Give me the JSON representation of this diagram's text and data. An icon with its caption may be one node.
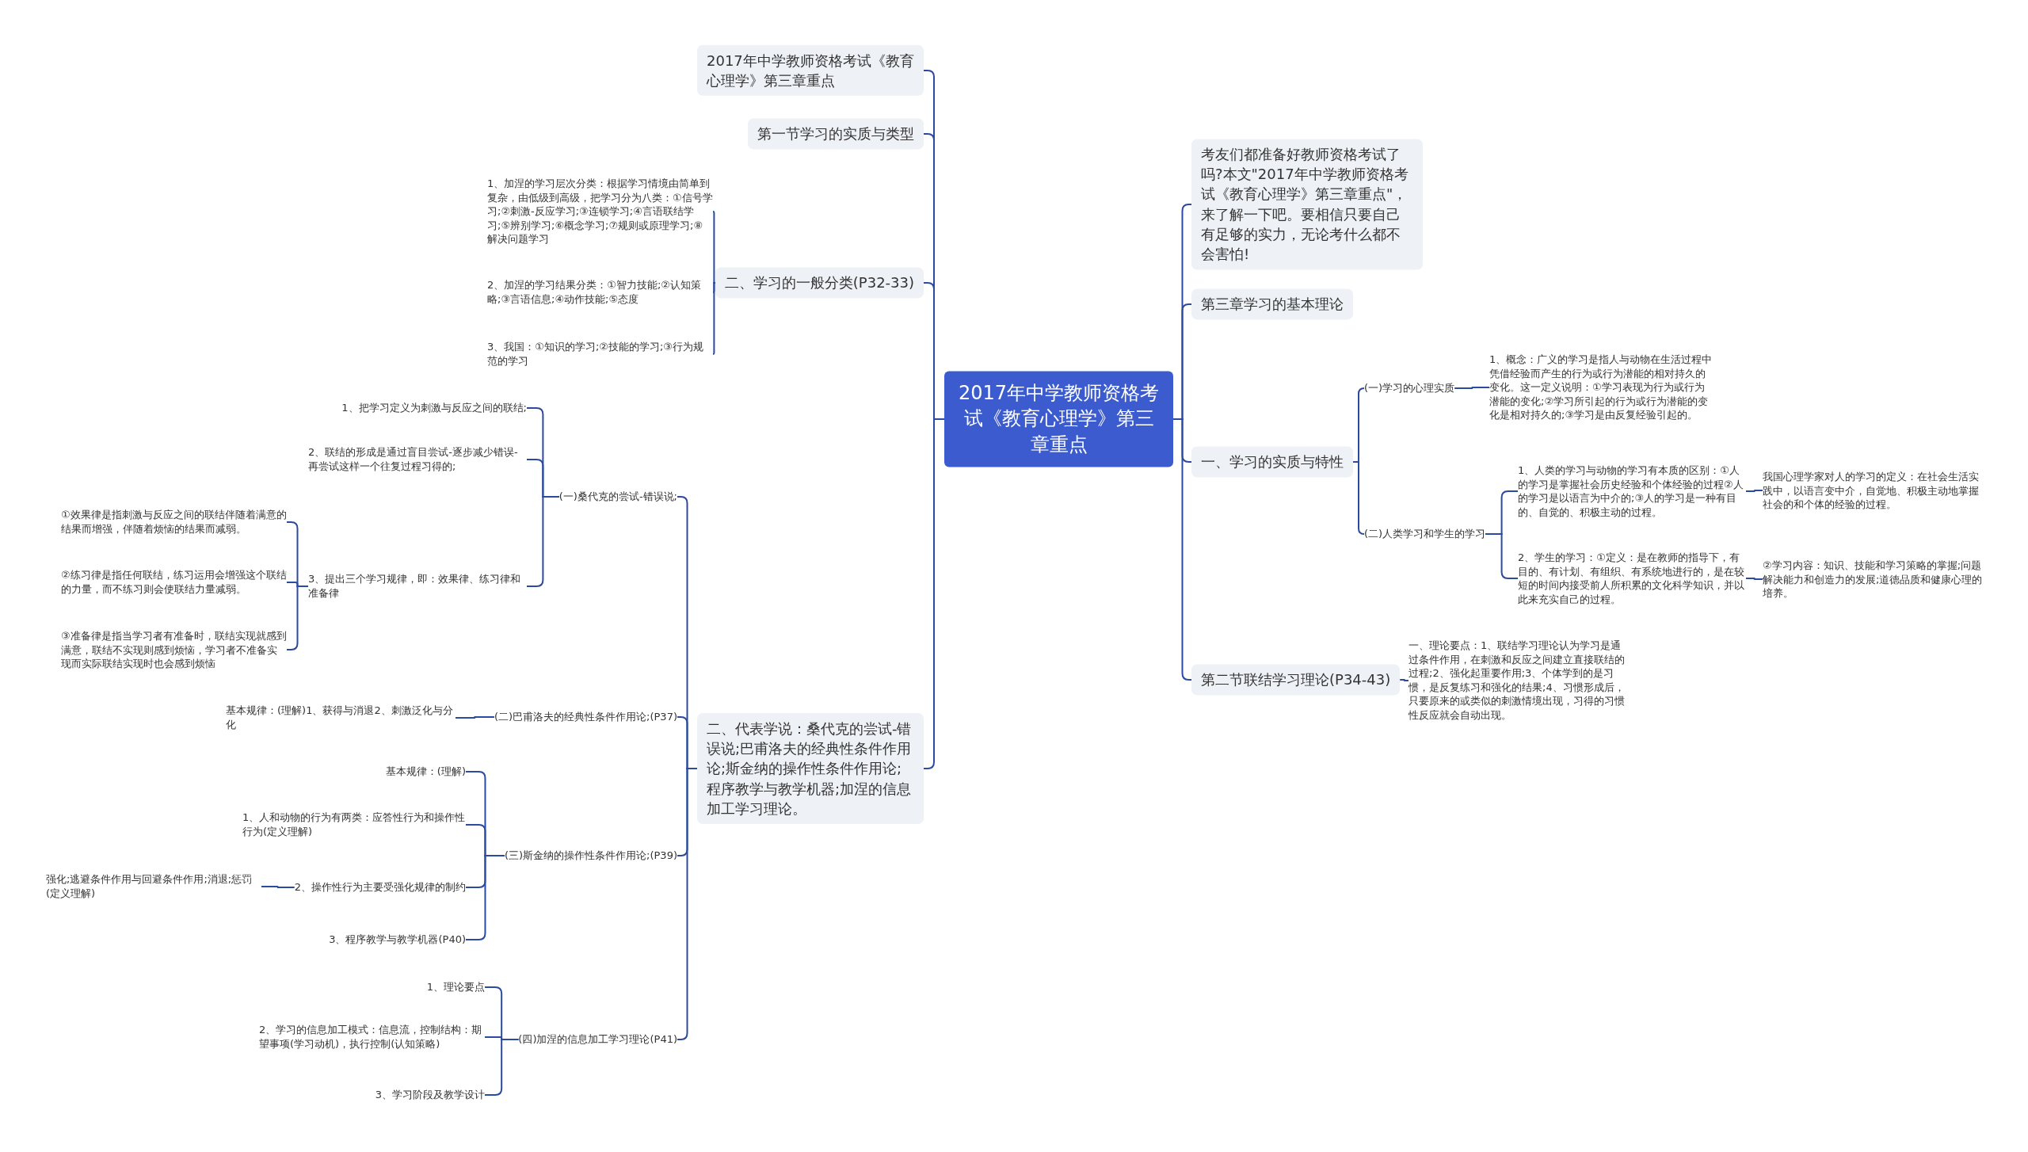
{
  "diagram": {
    "nodes": [
      {
        "text": [
          "2017年中学教师资格考试《教育心理学》第三章重点"
        ]
      },
      {
        "text": [
          "2017年中学教师资格考试《教育心理学》第三章重点"
        ]
      },
      {
        "text": [
          "第一节学习的实质与类型"
        ]
      },
      {
        "text": [
          "二、学习的一般分类(P32-33)"
        ]
      },
      {
        "text": [
          "1、加涅的学习层次分类：根据学习情境由简单到复杂，由低级到高级，把学习分为八类：①信号学习;②刺激-反应学习;③连锁学习;④言语联结学习;⑤辨别学习;⑥概念学习;⑦规则或原理学习;⑧解决问题学习"
        ]
      },
      {
        "text": [
          "2、加涅的学习结果分类：①智力技能;②认知策略;③言语信息;④动作技能;⑤态度"
        ]
      },
      {
        "text": [
          "3、我国：①知识的学习;②技能的学习;③行为规范的学习"
        ]
      },
      {
        "text": [
          "二、代表学说：桑代克的尝试-错误说;巴甫洛夫的经典性条件作用论;斯金纳的操作性条件作用论;程序教学与教学机器;加涅的信息加工学习理论。"
        ]
      },
      {
        "text": [
          "(一)桑代克的尝试-错误说;"
        ]
      },
      {
        "text": [
          "1、把学习定义为刺激与反应之间的联结;"
        ]
      },
      {
        "text": [
          "2、联结的形成是通过盲目尝试-逐步减少错误-再尝试这样一个往复过程习得的;"
        ]
      },
      {
        "text": [
          "3、提出三个学习规律，即：效果律、练习律和准备律"
        ]
      },
      {
        "text": [
          "①效果律是指刺激与反应之间的联结伴随着满意的结果而增强，伴随着烦恼的结果而减弱。"
        ]
      },
      {
        "text": [
          "②练习律是指任何联结，练习运用会增强这个联结的力量，而不练习则会使联结力量减弱。"
        ]
      },
      {
        "text": [
          "③准备律是指当学习者有准备时，联结实现就感到满意，联结不实现则感到烦恼，学习者不准备实现而实际联结实现时也会感到烦恼"
        ]
      },
      {
        "text": [
          "(二)巴甫洛夫的经典性条件作用论;(P37)"
        ]
      },
      {
        "text": [
          "基本规律：(理解)1、获得与消退2、刺激泛化与分化"
        ]
      },
      {
        "text": [
          "(三)斯金纳的操作性条件作用论;(P39)"
        ]
      },
      {
        "text": [
          "基本规律：(理解)"
        ]
      },
      {
        "text": [
          "1、人和动物的行为有两类：应答性行为和操作性行为(定义理解)"
        ]
      },
      {
        "text": [
          "2、操作性行为主要受强化规律的制约"
        ]
      },
      {
        "text": [
          "强化;逃避条件作用与回避条件作用;消退;惩罚(定义理解)"
        ]
      },
      {
        "text": [
          "3、程序教学与教学机器(P40)"
        ]
      },
      {
        "text": [
          "(四)加涅的信息加工学习理论(P41)"
        ]
      },
      {
        "text": [
          "1、理论要点"
        ]
      },
      {
        "text": [
          "2、学习的信息加工模式：信息流，控制结构：期望事项(学习动机)，执行控制(认知策略)"
        ]
      },
      {
        "text": [
          "3、学习阶段及教学设计"
        ]
      },
      {
        "text": [
          "考友们都准备好教师资格考试了吗?本文\"2017年中学教师资格考试《教育心理学》第三章重点\"，来了解一下吧。要相信只要自己有足够的实力，无论考什么都不会害怕!"
        ]
      },
      {
        "text": [
          "第三章学习的基本理论"
        ]
      },
      {
        "text": [
          "一、学习的实质与特性"
        ]
      },
      {
        "text": [
          "(一)学习的心理实质"
        ]
      },
      {
        "text": [
          "1、概念：广义的学习是指人与动物在生活过程中凭借经验而产生的行为或行为潜能的相对持久的变化。这一定义说明：①学习表现为行为或行为潜能的变化;②学习所引起的行为或行为潜能的变化是相对持久的;③学习是由反复经验引起的。"
        ]
      },
      {
        "text": [
          "(二)人类学习和学生的学习"
        ]
      },
      {
        "text": [
          "1、人类的学习与动物的学习有本质的区别：①人的学习是掌握社会历史经验和个体经验的过程②人的学习是以语言为中介的;③人的学习是一种有目的、自觉的、积极主动的过程。"
        ]
      },
      {
        "text": [
          "我国心理学家对人的学习的定义：在社会生活实践中，以语言变中介，自觉地、积极主动地掌握社会的和个体的经验的过程。"
        ]
      },
      {
        "text": [
          "2、学生的学习：①定义：是在教师的指导下，有目的、有计划、有组织、有系统地进行的，是在较短的时间内接受前人所积累的文化科学知识，并以此来充实自己的过程。"
        ]
      },
      {
        "text": [
          "②学习内容：知识、技能和学习策略的掌握;问题解决能力和创造力的发展;道德品质和健康心理的培养。"
        ]
      },
      {
        "text": [
          "第二节联结学习理论(P34-43)"
        ]
      },
      {
        "text": [
          "一、理论要点：1、联结学习理论认为学习是通过条件作用，在刺激和反应之间建立直接联结的过程;2、强化起重要作用;3、个体学到的是习惯，是反复练习和强化的结果;4、习惯形成后，只要原来的或类似的刺激情境出现，习得的习惯性反应就会自动出现。"
        ]
      }
    ],
    "edges": [
      {
        "from": 0,
        "to": 1,
        "arrow": "none"
      },
      {
        "from": 0,
        "to": 2,
        "arrow": "none"
      },
      {
        "from": 0,
        "to": 3,
        "arrow": "none"
      },
      {
        "from": 3,
        "to": 4,
        "arrow": "none"
      },
      {
        "from": 3,
        "to": 5,
        "arrow": "none"
      },
      {
        "from": 3,
        "to": 6,
        "arrow": "none"
      },
      {
        "from": 0,
        "to": 7,
        "arrow": "none"
      },
      {
        "from": 7,
        "to": 8,
        "arrow": "none"
      },
      {
        "from": 8,
        "to": 9,
        "arrow": "none"
      },
      {
        "from": 8,
        "to": 10,
        "arrow": "none"
      },
      {
        "from": 8,
        "to": 11,
        "arrow": "none"
      },
      {
        "from": 11,
        "to": 12,
        "arrow": "none"
      },
      {
        "from": 11,
        "to": 13,
        "arrow": "none"
      },
      {
        "from": 11,
        "to": 14,
        "arrow": "none"
      },
      {
        "from": 7,
        "to": 15,
        "arrow": "none"
      },
      {
        "from": 15,
        "to": 16,
        "arrow": "none"
      },
      {
        "from": 7,
        "to": 17,
        "arrow": "none"
      },
      {
        "from": 17,
        "to": 18,
        "arrow": "none"
      },
      {
        "from": 17,
        "to": 19,
        "arrow": "none"
      },
      {
        "from": 17,
        "to": 20,
        "arrow": "none"
      },
      {
        "from": 20,
        "to": 21,
        "arrow": "none"
      },
      {
        "from": 17,
        "to": 22,
        "arrow": "none"
      },
      {
        "from": 7,
        "to": 23,
        "arrow": "none"
      },
      {
        "from": 23,
        "to": 24,
        "arrow": "none"
      },
      {
        "from": 23,
        "to": 25,
        "arrow": "none"
      },
      {
        "from": 23,
        "to": 26,
        "arrow": "none"
      },
      {
        "from": 0,
        "to": 27,
        "arrow": "none"
      },
      {
        "from": 0,
        "to": 28,
        "arrow": "none"
      },
      {
        "from": 0,
        "to": 29,
        "arrow": "none"
      },
      {
        "from": 29,
        "to": 30,
        "arrow": "none"
      },
      {
        "from": 30,
        "to": 31,
        "arrow": "none"
      },
      {
        "from": 29,
        "to": 32,
        "arrow": "none"
      },
      {
        "from": 32,
        "to": 33,
        "arrow": "none"
      },
      {
        "from": 33,
        "to": 34,
        "arrow": "none"
      },
      {
        "from": 32,
        "to": 35,
        "arrow": "none"
      },
      {
        "from": 35,
        "to": 36,
        "arrow": "none"
      },
      {
        "from": 0,
        "to": 37,
        "arrow": "none"
      },
      {
        "from": 37,
        "to": 38,
        "arrow": "none"
      }
    ]
  }
}
